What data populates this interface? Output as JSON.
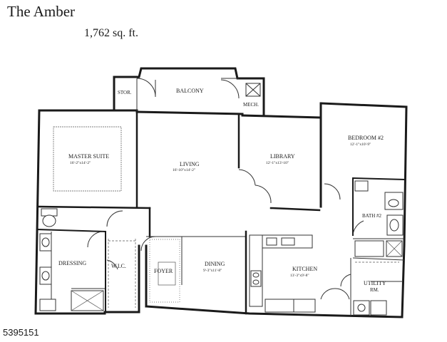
{
  "plan": {
    "title": "The Amber",
    "area": "1,762 sq. ft.",
    "listing_id": "5395151"
  },
  "rooms": {
    "balcony": {
      "name": "BALCONY"
    },
    "storage": {
      "name": "STOR."
    },
    "mech": {
      "name": "MECH."
    },
    "master_suite": {
      "name": "MASTER SUITE",
      "dims": "16'-2\"x14'-2\""
    },
    "living": {
      "name": "LIVING",
      "dims": "16'-10\"x14'-2\""
    },
    "library": {
      "name": "LIBRARY",
      "dims": "12'-1\"x13'-10\""
    },
    "bedroom2": {
      "name": "BEDROOM #2",
      "dims": "12'-1\"x10'-9\""
    },
    "bath2": {
      "name": "BATH #2"
    },
    "dressing": {
      "name": "DRESSING"
    },
    "wic": {
      "name": "W.I.C."
    },
    "foyer": {
      "name": "FOYER"
    },
    "dining": {
      "name": "DINING",
      "dims": "9'-3\"x11'-8\""
    },
    "kitchen": {
      "name": "KITCHEN",
      "dims": "13'-3\"x9'-8\""
    },
    "utility": {
      "name": "UTILITY",
      "line2": "RM."
    }
  }
}
